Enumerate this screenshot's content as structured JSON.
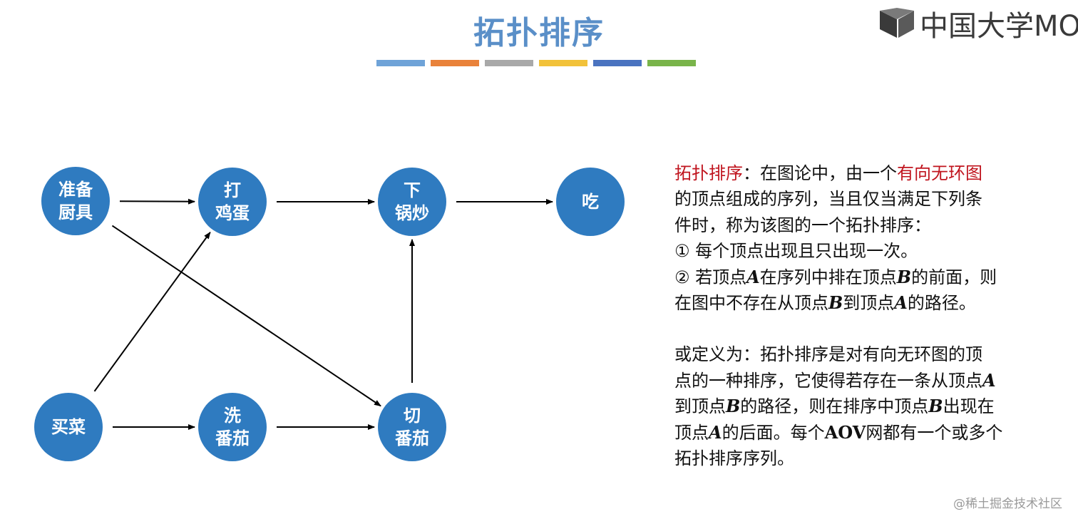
{
  "title": "拓扑排序",
  "accent_colors": [
    "#6fa3d8",
    "#e9823a",
    "#a9a9a9",
    "#f2c23a",
    "#4a73c0",
    "#79b44a"
  ],
  "logo": {
    "icon": "mooc-logo-icon",
    "text": "中国大学MOOC"
  },
  "graph": {
    "node_color": "#2f7bc0",
    "edge_color": "#000000",
    "nodes": [
      {
        "id": "prepare",
        "lines": [
          "准备",
          "厨具"
        ]
      },
      {
        "id": "beat",
        "lines": [
          "打",
          "鸡蛋"
        ]
      },
      {
        "id": "cook",
        "lines": [
          "下",
          "锅炒"
        ]
      },
      {
        "id": "eat",
        "lines": [
          "吃"
        ]
      },
      {
        "id": "buy",
        "lines": [
          "买菜"
        ]
      },
      {
        "id": "wash",
        "lines": [
          "洗",
          "番茄"
        ]
      },
      {
        "id": "cut",
        "lines": [
          "切",
          "番茄"
        ]
      }
    ],
    "edges": [
      [
        "prepare",
        "beat"
      ],
      [
        "prepare",
        "cut"
      ],
      [
        "beat",
        "cook"
      ],
      [
        "cook",
        "eat"
      ],
      [
        "buy",
        "beat"
      ],
      [
        "buy",
        "wash"
      ],
      [
        "wash",
        "cut"
      ],
      [
        "cut",
        "cook"
      ]
    ]
  },
  "desc": {
    "l1_term": "拓扑排序",
    "l1_mid": "：在图论中，由一个",
    "l1_red": "有向无环图",
    "l2": "的顶点组成的序列，当且仅当满足下列条",
    "l3": "件时，称为该图的一个拓扑排序：",
    "l4": "① 每个顶点出现且只出现一次。",
    "l5_a": "② 若顶点",
    "l5_A": "A",
    "l5_b": "在序列中排在顶点",
    "l5_B": "B",
    "l5_c": "的前面，则",
    "l6_a": "在图中不存在从顶点",
    "l6_B": "B",
    "l6_b": "到顶点",
    "l6_A": "A",
    "l6_c": "的路径。",
    "p2_l1": "或定义为：拓扑排序是对有向无环图的顶",
    "p2_l2_a": "点的一种排序，它使得若存在一条从顶点",
    "p2_l2_A": "A",
    "p2_l3_a": "到顶点",
    "p2_l3_B": "B",
    "p2_l3_b": "的路径，则在排序中顶点",
    "p2_l3_B2": "B",
    "p2_l3_c": "出现在",
    "p2_l4_a": "顶点",
    "p2_l4_A": "A",
    "p2_l4_b": "的后面。每个",
    "p2_l4_AOV": "AOV",
    "p2_l4_c": "网都有一个或多个",
    "p2_l5": "拓扑排序序列。"
  },
  "watermark": "@稀土掘金技术社区"
}
